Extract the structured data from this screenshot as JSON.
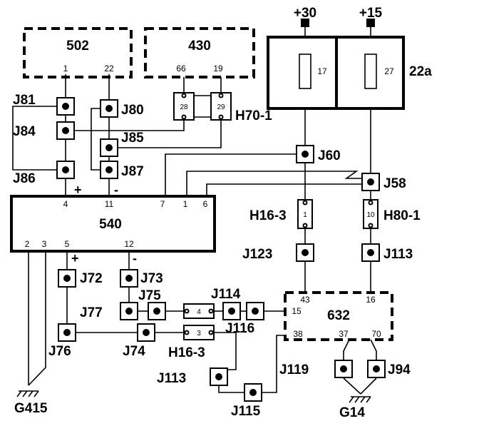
{
  "modules": {
    "m502": {
      "label": "502",
      "pins": [
        "1",
        "22"
      ]
    },
    "m430": {
      "label": "430",
      "pins": [
        "66",
        "19"
      ]
    },
    "m540": {
      "label": "540",
      "pins_top": [
        "4",
        "11",
        "7",
        "1",
        "6"
      ],
      "pins_bottom": [
        "2",
        "3",
        "5",
        "12"
      ]
    },
    "m632": {
      "label": "632",
      "pins": [
        "43",
        "16",
        "15",
        "38",
        "37",
        "70"
      ]
    },
    "m22a": {
      "label": "22a",
      "fuses": [
        "17",
        "27"
      ]
    }
  },
  "supplies": [
    "+30",
    "+15"
  ],
  "signs": {
    "plus_top": "+",
    "minus_top": "-",
    "plus_bottom": "+",
    "minus_bottom": "-"
  },
  "plugs": {
    "h70_1": {
      "label": "H70-1",
      "pins": [
        "28",
        "29"
      ]
    },
    "h16_3": {
      "label": "H16-3",
      "pin": "1"
    },
    "h80_1": {
      "label": "H80-1",
      "pin": "10"
    },
    "h16_3b": {
      "label": "H16-3",
      "pins": [
        "4",
        "3"
      ]
    }
  },
  "junctions": [
    "J81",
    "J84",
    "J86",
    "J80",
    "J85",
    "J87",
    "J60",
    "J58",
    "J123",
    "J113",
    "J72",
    "J73",
    "J75",
    "J77",
    "J114",
    "J116",
    "J76",
    "J74",
    "J113",
    "J115",
    "J119",
    "J94"
  ],
  "grounds": [
    "G415",
    "G14"
  ]
}
